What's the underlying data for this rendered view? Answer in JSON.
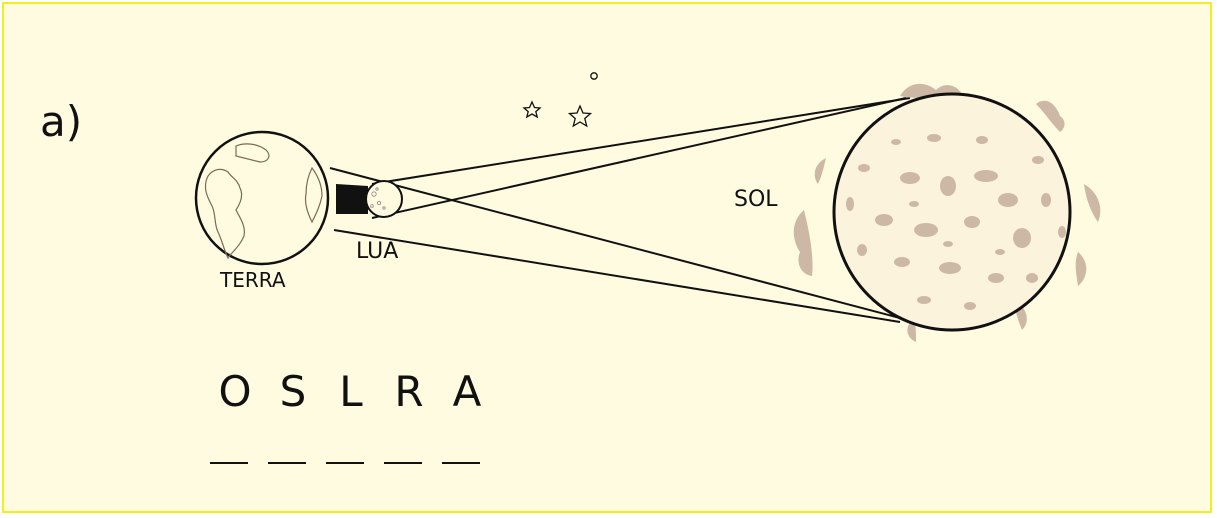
{
  "exercise": {
    "item_label": "a)",
    "letters": [
      "O",
      "S",
      "L",
      "R",
      "A"
    ],
    "blank_count": 5
  },
  "diagram": {
    "earth_label": "TERRA",
    "moon_label": "LUA",
    "sun_label": "SOL"
  },
  "colors": {
    "background": "#fefbe0",
    "border": "#f4ee1c",
    "line": "#111111",
    "sun_spots": "#cdb8a6"
  }
}
